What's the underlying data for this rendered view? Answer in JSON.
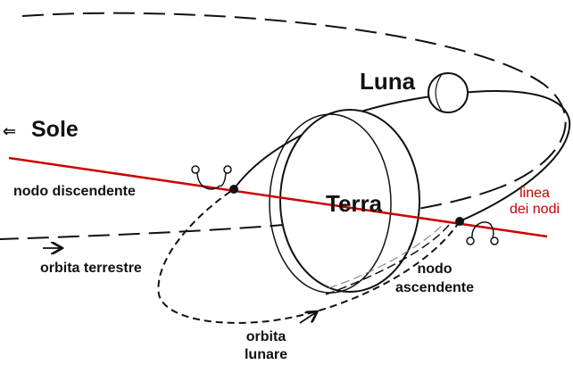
{
  "labels": {
    "luna": "Luna",
    "sole": "Sole",
    "sole_arrow": "⇐",
    "terra": "Terra",
    "nodo_discendente": "nodo discendente",
    "nodo_ascendente_1": "nodo",
    "nodo_ascendente_2": "ascendente",
    "linea_nodi_1": "linea",
    "linea_nodi_2": "dei nodi",
    "orbita_terrestre": "orbita terrestre",
    "orbita_lunare_1": "orbita",
    "orbita_lunare_2": "lunare"
  },
  "colors": {
    "line_of_nodes": "#cc0000",
    "ink": "#111111",
    "label_red": "#c40000"
  }
}
